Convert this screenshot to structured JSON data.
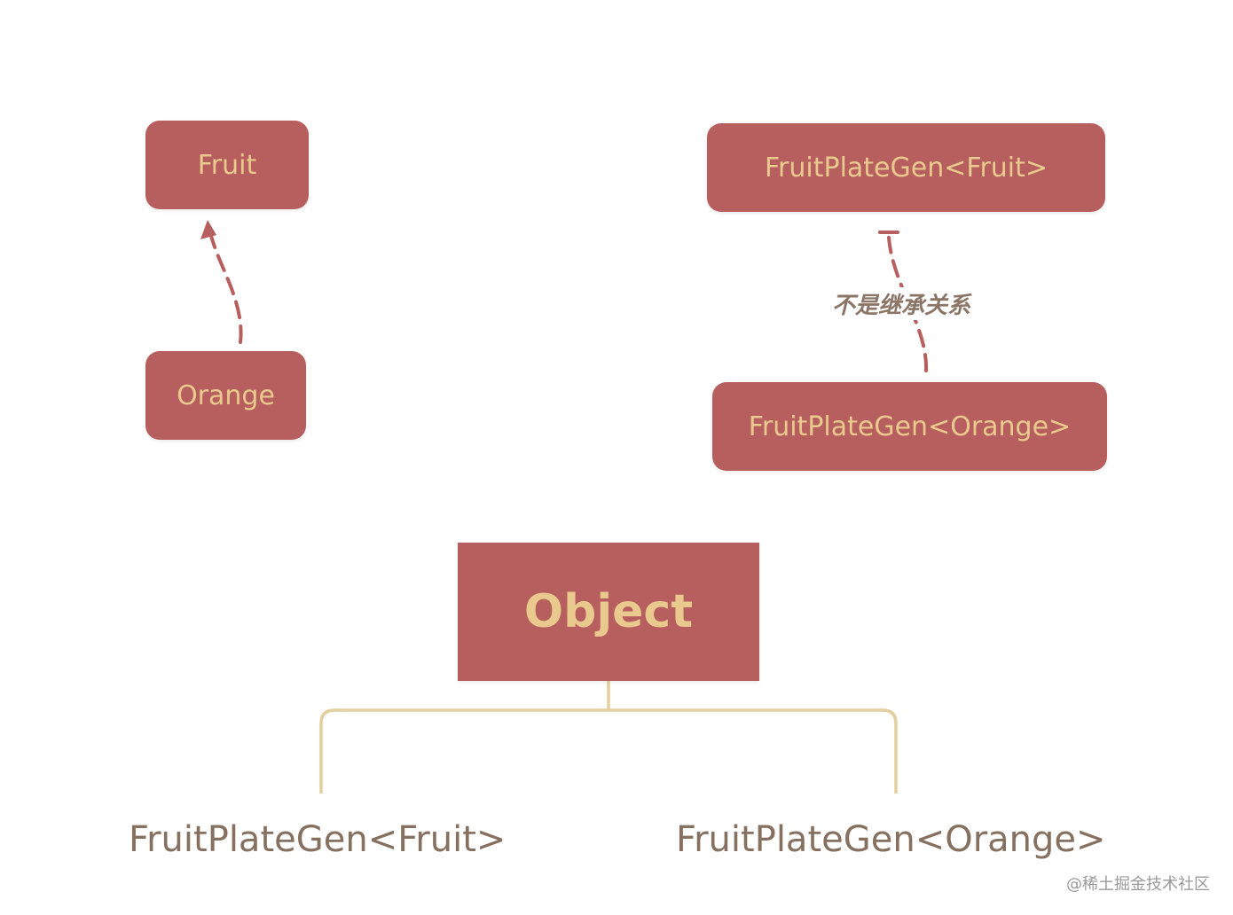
{
  "nodes": {
    "fruit": "Fruit",
    "orange": "Orange",
    "gen_fruit": "FruitPlateGen<Fruit>",
    "gen_orange": "FruitPlateGen<Orange>",
    "object": "Object"
  },
  "edge_note": "不是继承关系",
  "tree": {
    "left_child": "FruitPlateGen<Fruit>",
    "right_child": "FruitPlateGen<Orange>"
  },
  "watermark": "@稀土掘金技术社区",
  "colors": {
    "box_fill": "#b75f5e",
    "box_text": "#e9c98d",
    "tree_line": "#e3cf9d",
    "tree_text": "#86705f",
    "arrow": "#b75f5e"
  }
}
